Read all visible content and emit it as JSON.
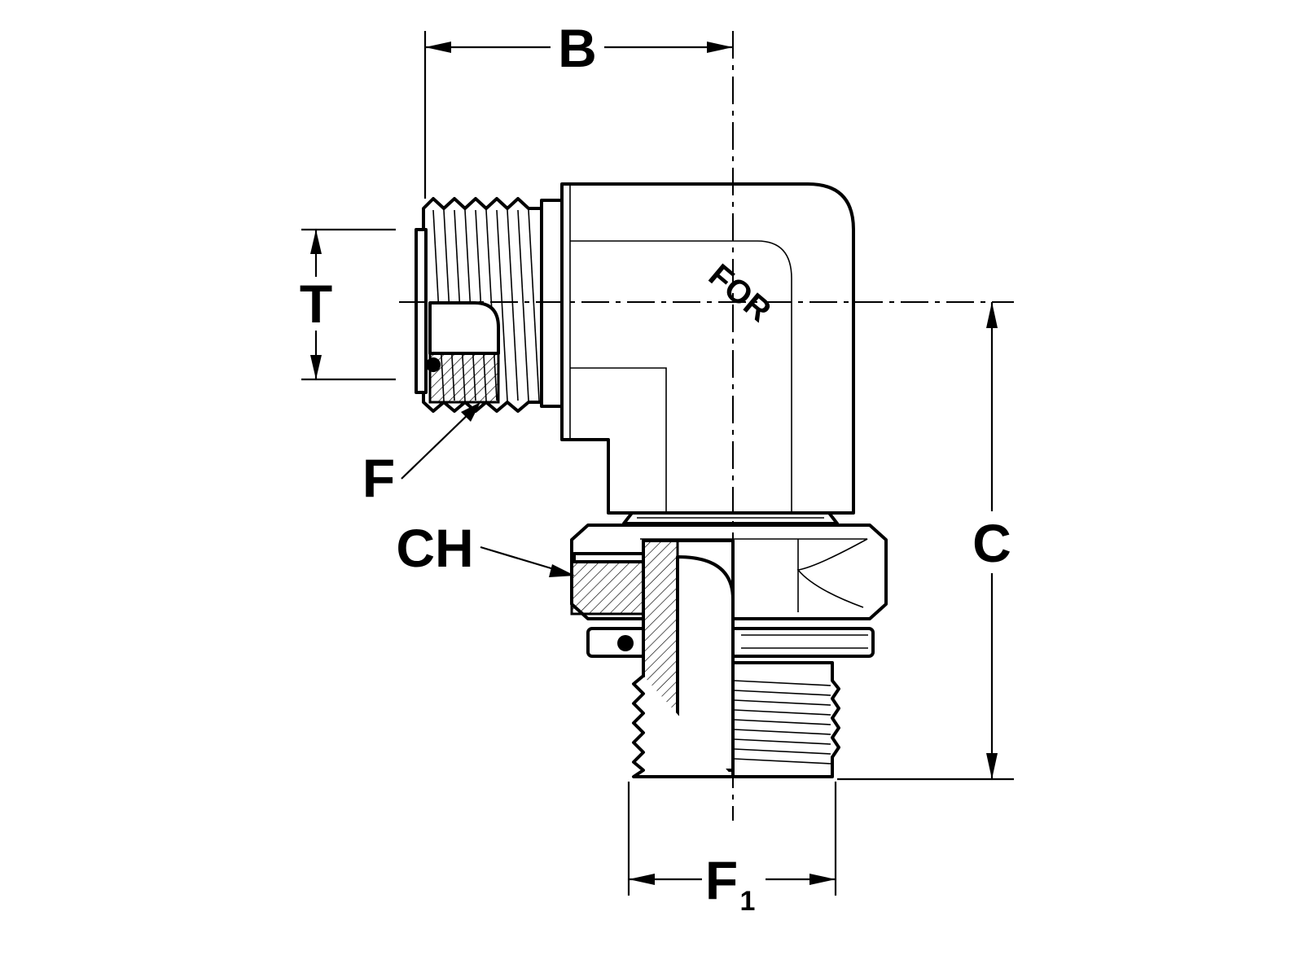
{
  "labels": {
    "B": "B",
    "T": "T",
    "F": "F",
    "CH": "CH",
    "C": "C",
    "F1_main": "F",
    "F1_sub": "1"
  },
  "logo": {
    "text": "FOR"
  },
  "colors": {
    "line": "#000000",
    "background": "#ffffff"
  }
}
